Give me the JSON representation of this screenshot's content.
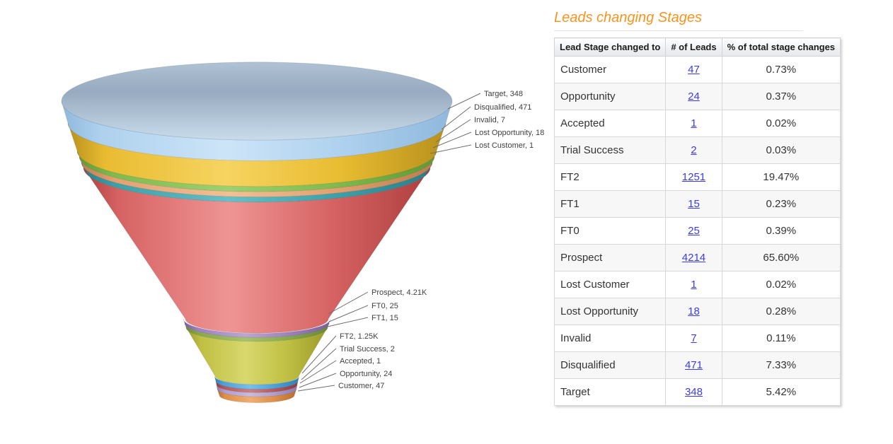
{
  "panel": {
    "title": "Leads changing Stages"
  },
  "table": {
    "headers": [
      "Lead Stage changed to",
      "# of Leads",
      "% of total stage changes"
    ],
    "rows": [
      {
        "stage": "Customer",
        "count": "47",
        "pct": "0.73%"
      },
      {
        "stage": "Opportunity",
        "count": "24",
        "pct": "0.37%"
      },
      {
        "stage": "Accepted",
        "count": "1",
        "pct": "0.02%"
      },
      {
        "stage": "Trial Success",
        "count": "2",
        "pct": "0.03%"
      },
      {
        "stage": "FT2",
        "count": "1251",
        "pct": "19.47%"
      },
      {
        "stage": "FT1",
        "count": "15",
        "pct": "0.23%"
      },
      {
        "stage": "FT0",
        "count": "25",
        "pct": "0.39%"
      },
      {
        "stage": "Prospect",
        "count": "4214",
        "pct": "65.60%"
      },
      {
        "stage": "Lost Customer",
        "count": "1",
        "pct": "0.02%"
      },
      {
        "stage": "Lost Opportunity",
        "count": "18",
        "pct": "0.28%"
      },
      {
        "stage": "Invalid",
        "count": "7",
        "pct": "0.11%"
      },
      {
        "stage": "Disqualified",
        "count": "471",
        "pct": "7.33%"
      },
      {
        "stage": "Target",
        "count": "348",
        "pct": "5.42%"
      }
    ]
  },
  "chart_data": {
    "type": "funnel",
    "title": "",
    "legend": "none",
    "order": "top-to-bottom",
    "stages": [
      {
        "label": "Target",
        "value": 348,
        "callout": "Target, 348",
        "color": {
          "base": "#aed1ee",
          "light": "#cde4f8",
          "dark": "#8fb8dc"
        }
      },
      {
        "label": "Disqualified",
        "value": 471,
        "callout": "Disqualified, 471",
        "color": {
          "base": "#e9bc31",
          "light": "#f6d460",
          "dark": "#b8911d"
        }
      },
      {
        "label": "Invalid",
        "value": 7,
        "callout": "Invalid, 7",
        "color": {
          "base": "#7fba4c",
          "light": "#9ed070",
          "dark": "#5e9a32"
        }
      },
      {
        "label": "Lost Opportunity",
        "value": 18,
        "callout": "Lost Opportunity, 18",
        "color": {
          "base": "#e2a171",
          "light": "#f2c095",
          "dark": "#bd7c4b"
        }
      },
      {
        "label": "Lost Customer",
        "value": 1,
        "callout": "Lost Customer, 1",
        "color": {
          "base": "#3fa0a8",
          "light": "#66bfc6",
          "dark": "#2a7e87"
        }
      },
      {
        "label": "Prospect",
        "value": 4214,
        "callout": "Prospect, 4.21K",
        "color": {
          "base": "#d66262",
          "light": "#ef9494",
          "dark": "#ad3f3f"
        }
      },
      {
        "label": "FT0",
        "value": 25,
        "callout": "FT0, 25",
        "color": {
          "base": "#9d81bd",
          "light": "#bba6d4",
          "dark": "#7b5f9c"
        }
      },
      {
        "label": "FT1",
        "value": 15,
        "callout": "FT1, 15",
        "color": {
          "base": "#88a84e",
          "light": "#a6c26c",
          "dark": "#688834"
        }
      },
      {
        "label": "FT2",
        "value": 1251,
        "callout": "FT2, 1.25K",
        "color": {
          "base": "#bfbf43",
          "light": "#d8d86e",
          "dark": "#9a9a2a"
        }
      },
      {
        "label": "Trial Success",
        "value": 2,
        "callout": "Trial Success, 2",
        "color": {
          "base": "#4aa0d8",
          "light": "#78c0ea",
          "dark": "#2f7fb6"
        }
      },
      {
        "label": "Accepted",
        "value": 1,
        "callout": "Accepted, 1",
        "color": {
          "base": "#b5585c",
          "light": "#cf7f83",
          "dark": "#92383c"
        }
      },
      {
        "label": "Opportunity",
        "value": 24,
        "callout": "Opportunity, 24",
        "color": {
          "base": "#af9ecb",
          "light": "#c9bcde",
          "dark": "#8d79ae"
        }
      },
      {
        "label": "Customer",
        "value": 47,
        "callout": "Customer, 47",
        "color": {
          "base": "#dd8f4b",
          "light": "#f1ae70",
          "dark": "#b96e2c"
        }
      }
    ],
    "top_ellipse_colors": {
      "top": "#b0c2d4",
      "mid": "#97aabf",
      "bottom": "#c8dcec"
    }
  }
}
